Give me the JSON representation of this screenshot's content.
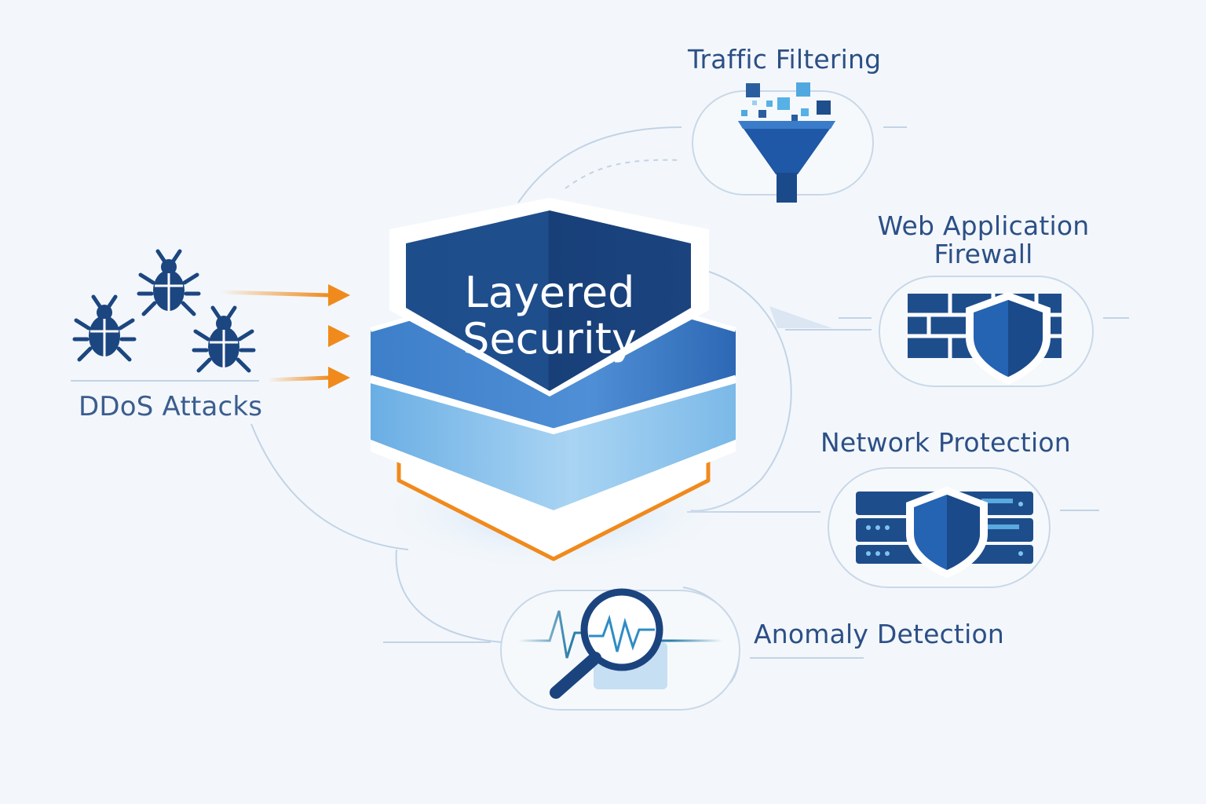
{
  "diagram": {
    "center": {
      "title_line1": "Layered",
      "title_line2": "Security"
    },
    "nodes": {
      "traffic_filtering": {
        "label": "Traffic Filtering",
        "icon": "funnel-icon"
      },
      "waf": {
        "label": "Web Application Firewall",
        "icon": "firewall-shield-icon"
      },
      "network_protection": {
        "label": "Network Protection",
        "icon": "server-shield-icon"
      },
      "anomaly_detection": {
        "label": "Anomaly Detection",
        "icon": "magnifier-pulse-icon"
      },
      "ddos_attacks": {
        "label": "DDoS Attacks",
        "icon": "bug-icon"
      }
    },
    "colors": {
      "navy": "#1c4680",
      "blue": "#3d7bc8",
      "light_blue": "#8dc3ec",
      "accent_orange": "#f08a1c",
      "line": "#b9cde3",
      "background": "#f3f7fb"
    }
  }
}
